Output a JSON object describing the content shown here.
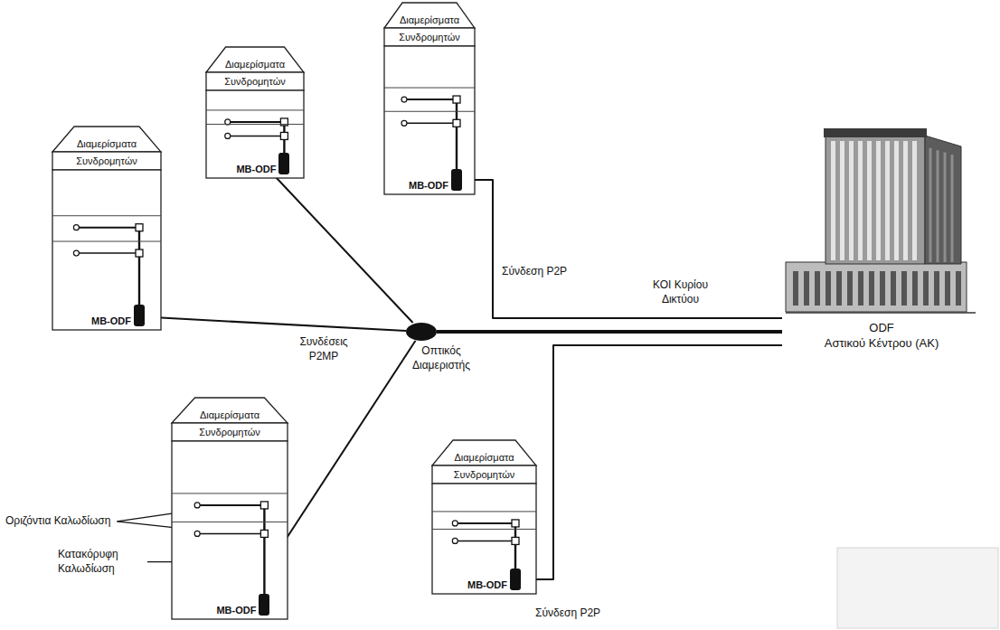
{
  "diagram": {
    "nodes": [
      {
        "text": [
          "Διαμερίσματα",
          "Συνδρομητών"
        ]
      },
      {
        "text": [
          "MB-ODF"
        ],
        "in": 0
      },
      {
        "text": [
          "Διαμερίσματα",
          "Συνδρομητών"
        ]
      },
      {
        "text": [
          "MB-ODF"
        ],
        "in": 2
      },
      {
        "text": [
          "Διαμερίσματα",
          "Συνδρομητών"
        ]
      },
      {
        "text": [
          "MB-ODF"
        ],
        "in": 4
      },
      {
        "text": [
          "Οπτικός Διαμεριστής"
        ]
      },
      {
        "text": [
          "ODF",
          "Αστικού Κέντρου (ΑΚ)"
        ]
      },
      {
        "text": [
          "Διαμερίσματα",
          "Συνδρομητών"
        ]
      },
      {
        "text": [
          "MB-ODF"
        ],
        "in": 8
      },
      {
        "text": [
          "Διαμερίσματα",
          "Συνδρομητών"
        ]
      },
      {
        "text": [
          "MB-ODF"
        ],
        "in": 10
      }
    ],
    "edges": [
      {
        "from": 1,
        "to": 6,
        "arrow": "none",
        "label": "Συνδέσεις P2MP"
      },
      {
        "from": 3,
        "to": 6,
        "arrow": "none"
      },
      {
        "from": 9,
        "to": 6,
        "arrow": "none"
      },
      {
        "from": 5,
        "to": 7,
        "arrow": "none",
        "label": "Σύνδεση P2P"
      },
      {
        "from": 6,
        "to": 7,
        "arrow": "none",
        "label": "ΚΟΙ Κυρίου Δικτύου"
      },
      {
        "from": 11,
        "to": 7,
        "arrow": "none",
        "label": "Σύνδεση P2P"
      }
    ],
    "labels": [
      "Οριζόντια Καλωδίωση",
      "Κατακόρυφη Καλωδίωση"
    ]
  }
}
